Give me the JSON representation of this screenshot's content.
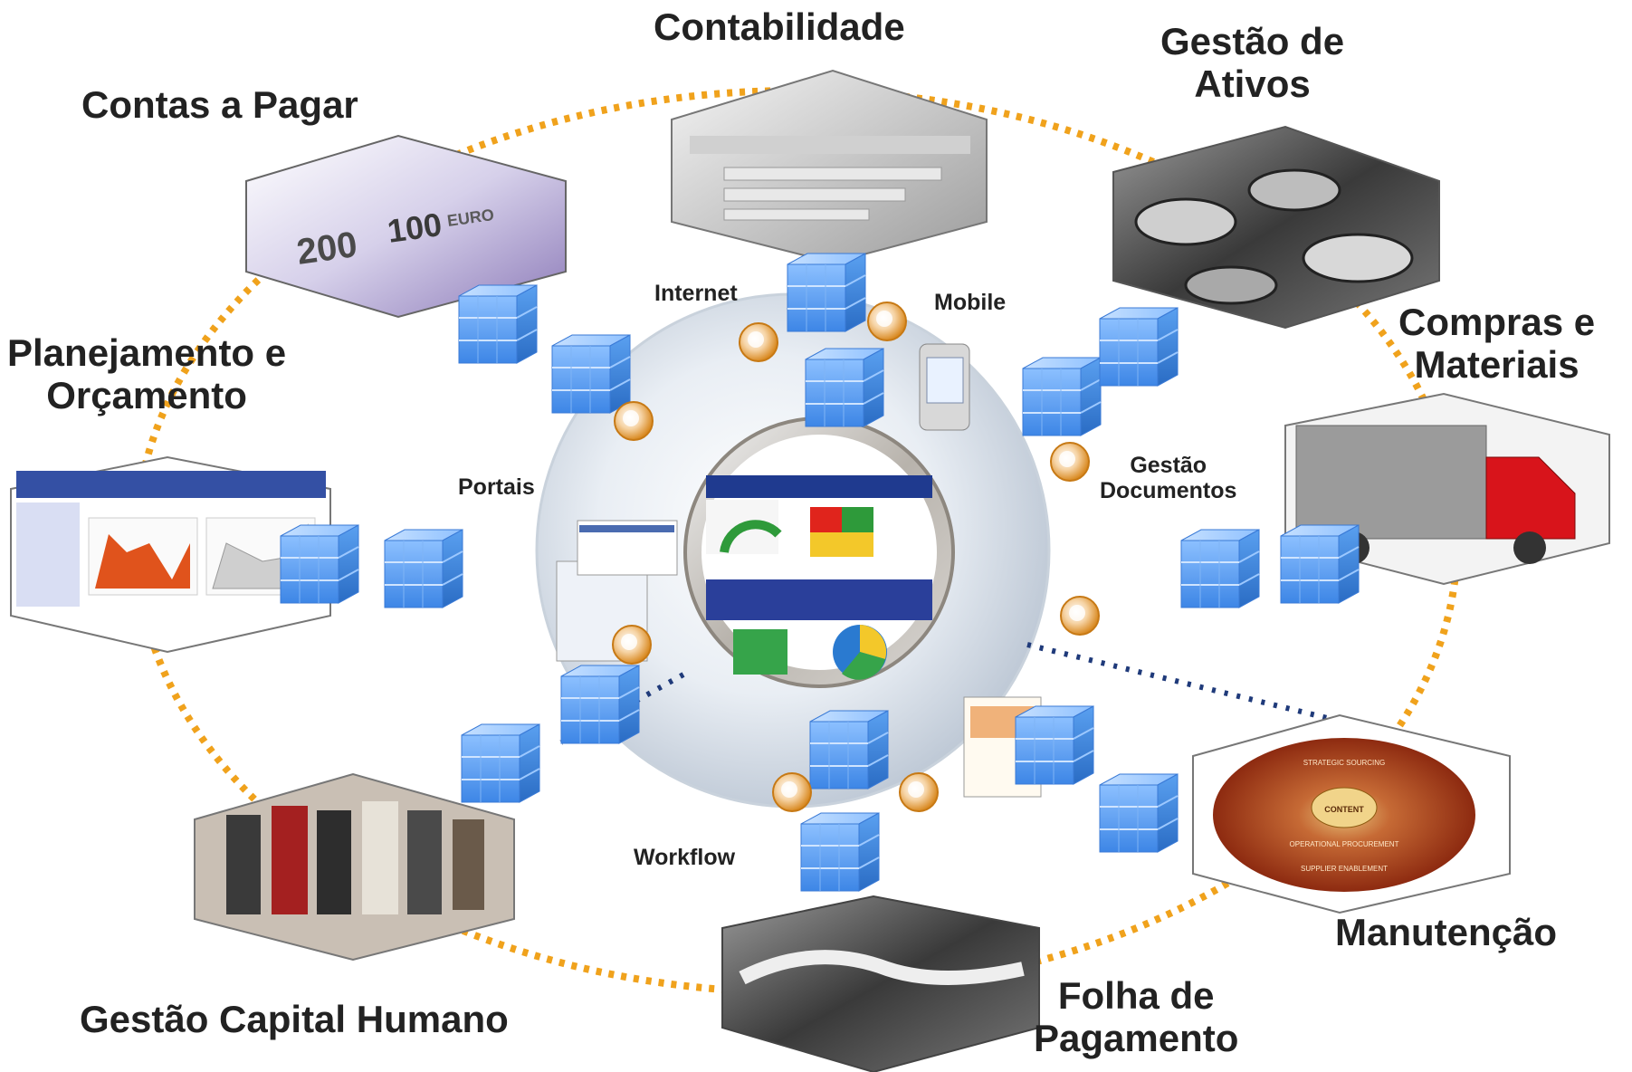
{
  "modules": {
    "contabilidade": "Contabilidade",
    "gestao_ativos": [
      "Gestão de",
      "Ativos"
    ],
    "contas_pagar": "Contas a Pagar",
    "compras": [
      "Compras e",
      "Materiais"
    ],
    "planejamento": [
      "Planejamento e",
      "Orçamento"
    ],
    "manutencao": "Manutenção",
    "capital_humano": "Gestão Capital Humano",
    "folha": [
      "Folha de",
      "Pagamento"
    ]
  },
  "channels": {
    "internet": "Internet",
    "mobile": "Mobile",
    "portais": "Portais",
    "documentos": [
      "Gestão",
      "Documentos"
    ],
    "workflow": "Workflow"
  },
  "currency": {
    "note_large": "200",
    "note_small": "100",
    "euro": "EURO"
  },
  "maintenance_disc": {
    "inner": "CONTENT",
    "ring1": "STRATEGIC SOURCING",
    "ring2": "OPERATIONAL PROCUREMENT",
    "ring3": "SUPPLIER ENABLEMENT"
  },
  "colors": {
    "ring_dots": "#f0a21c",
    "connector_dots": "#1f3a7a",
    "cube": "#5aa0f0",
    "label_text": "#222222"
  }
}
